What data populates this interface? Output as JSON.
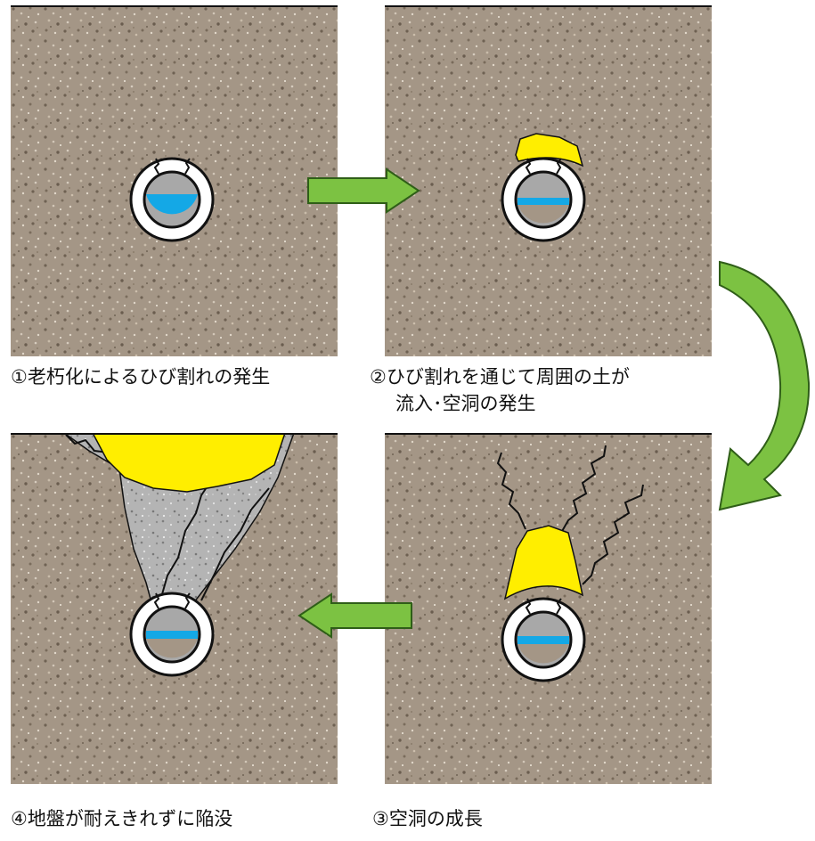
{
  "steps": [
    {
      "id": 1,
      "caption": "①老朽化によるひび割れの発生"
    },
    {
      "id": 2,
      "caption_line1": "②ひび割れを通じて周囲の土が",
      "caption_line2": "流入･空洞の発生"
    },
    {
      "id": 3,
      "caption": "③空洞の成長"
    },
    {
      "id": 4,
      "caption": "④地盤が耐えきれずに陥没"
    }
  ],
  "colors": {
    "soil": "#a49686",
    "cavity": "#ffee00",
    "water": "#14a8e6",
    "pipe_interior": "#a8a8a8",
    "collapse": "#b4b4b4",
    "arrow": "#7cc242",
    "arrow_outline": "#2f5e18"
  },
  "icons": {
    "arrow_right": "arrow-right-icon",
    "arrow_curve_down": "curved-arrow-down-icon",
    "arrow_left": "arrow-left-icon"
  }
}
